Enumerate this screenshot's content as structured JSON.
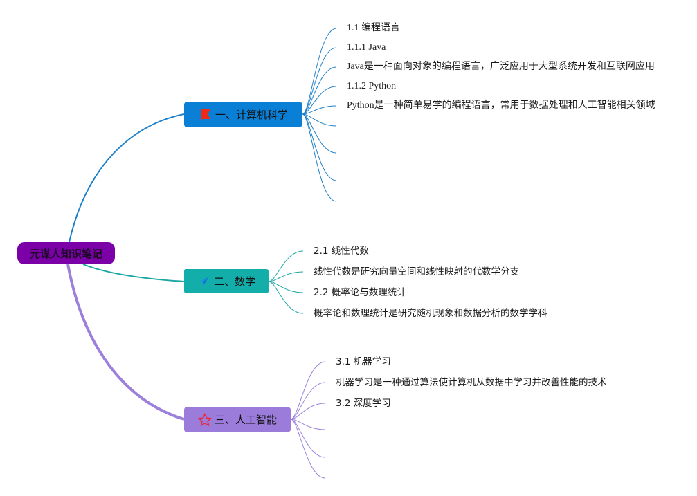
{
  "root": {
    "label": "元谋人知识笔记",
    "color": "#7b00a8"
  },
  "branches": [
    {
      "label": "一、计算机科学",
      "icon": "red-flag-icon",
      "color": "#0a7fd6",
      "line_color": "#1f80c8",
      "children": [
        "1.1 编程语言",
        "1.1.1 Java",
        "Java是一种面向对象的编程语言，广泛应用于大型系统开发和互联网应用",
        "1.1.2 Python",
        "Python是一种简单易学的编程语言，常用于数据处理和人工智能相关领域",
        "",
        "",
        "",
        ""
      ]
    },
    {
      "label": "二、数学",
      "icon": "paper-plane-icon",
      "color": "#13aeaa",
      "line_color": "#1ba6a4",
      "children": [
        "2.1 线性代数",
        "线性代数是研究向量空间和线性映射的代数学分支",
        "2.2 概率论与数理统计",
        "概率论和数理统计是研究随机现象和数据分析的数学学科"
      ]
    },
    {
      "label": "三、人工智能",
      "icon": "red-star-outline-icon",
      "color": "#9b7cdb",
      "line_color": "#9c80dc",
      "children": [
        "3.1 机器学习",
        "机器学习是一种通过算法使计算机从数据中学习并改善性能的技术",
        "3.2 深度学习",
        "",
        "",
        ""
      ]
    }
  ]
}
